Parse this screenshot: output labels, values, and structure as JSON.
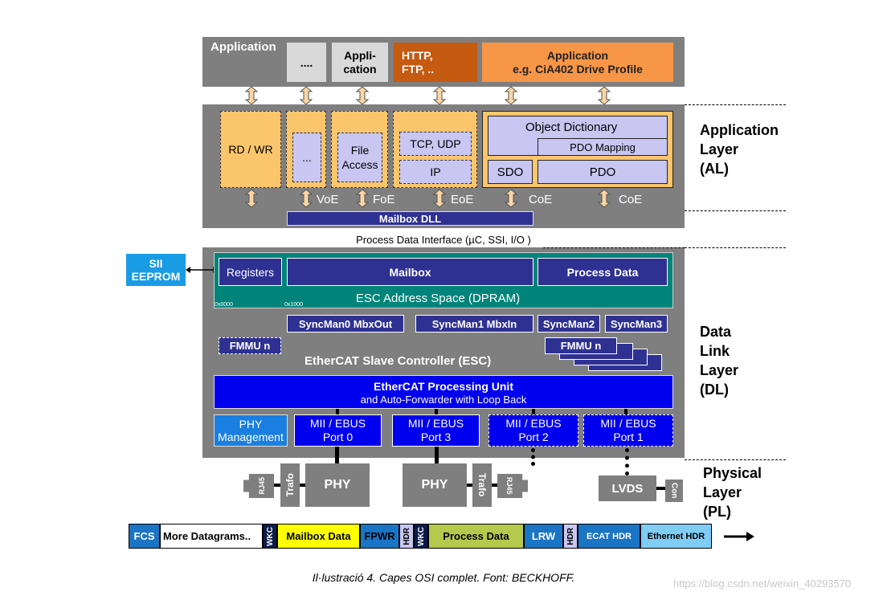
{
  "application_row": {
    "label": "Application",
    "dots": "....",
    "application_box": "Appli-\ncation",
    "http": "HTTP,\nFTP, ..",
    "cia402": "Application\ne.g. CiA402 Drive Profile"
  },
  "al": {
    "rdwr": "RD / WR",
    "ellipsis": "...",
    "file_access": "File\nAccess",
    "tcp_udp": "TCP, UDP",
    "ip": "IP",
    "object_dictionary": "Object Dictionary",
    "pdo_mapping": "PDO Mapping",
    "sdo": "SDO",
    "pdo": "PDO",
    "voe": "VoE",
    "foe": "FoE",
    "eoe": "EoE",
    "coe1": "CoE",
    "coe2": "CoE",
    "mailbox_dll": "Mailbox DLL"
  },
  "pdi": "Process Data Interface (µC, SSI, I/O )",
  "dl": {
    "sii": "SII\nEEPROM",
    "registers": "Registers",
    "mailbox": "Mailbox",
    "process_data": "Process Data",
    "addr_0000": "0x0000",
    "addr_1000": "0x1000",
    "esc_address_space": "ESC Address Space (DPRAM)",
    "syncman0": "SyncMan0 MbxOut",
    "syncman1": "SyncMan1 MbxIn",
    "syncman2": "SyncMan2",
    "syncman3": "SyncMan3",
    "fmmu_left": "FMMU n",
    "fmmu_stack": "FMMU n",
    "esc_title": "EtherCAT Slave Controller (ESC)",
    "epu_line1": "EtherCAT Processing Unit",
    "epu_line2": "and Auto-Forwarder with Loop Back",
    "phy_mgmt": "PHY\nManagement",
    "port0": "MII / EBUS\nPort 0",
    "port3": "MII / EBUS\nPort 3",
    "port2": "MII / EBUS\nPort 2",
    "port1": "MII / EBUS\nPort 1"
  },
  "pl": {
    "phy_left": "PHY",
    "phy_right": "PHY",
    "trafo_left": "Trafo",
    "trafo_right": "Trafo",
    "rj45_left": "RJ45",
    "rj45_right": "RJ45",
    "lvds": "LVDS",
    "con": "Con"
  },
  "layers": {
    "application": "Application\nLayer\n(AL)",
    "datalink": "Data\nLink\nLayer\n(DL)",
    "physical": "Physical\nLayer\n(PL)"
  },
  "frame": {
    "fcs": "FCS",
    "more": "More Datagrams..",
    "wkc1": "WKC",
    "mailbox_data": "Mailbox  Data",
    "fpwr": "FPWR",
    "hdr1": "HDR",
    "wkc2": "WKC",
    "process_data": "Process Data",
    "lrw": "LRW",
    "hdr2": "HDR",
    "ecat_hdr": "ECAT HDR",
    "ethernet_hdr": "Ethernet HDR"
  },
  "caption": "Il·lustració 4. Capes OSI complet. Font: BECKHOFF.",
  "watermark": "https://blog.csdn.net/weixin_40293570",
  "colors": {
    "gray": "#7f7f7f",
    "orange_light": "#fbc56b",
    "orange_mid": "#f79646",
    "orange_dark": "#c55a11",
    "navy": "#2e3192",
    "blue": "#0000ee",
    "teal": "#00847a",
    "lavender": "#c9c6f2",
    "sii": "#1a9be6"
  }
}
